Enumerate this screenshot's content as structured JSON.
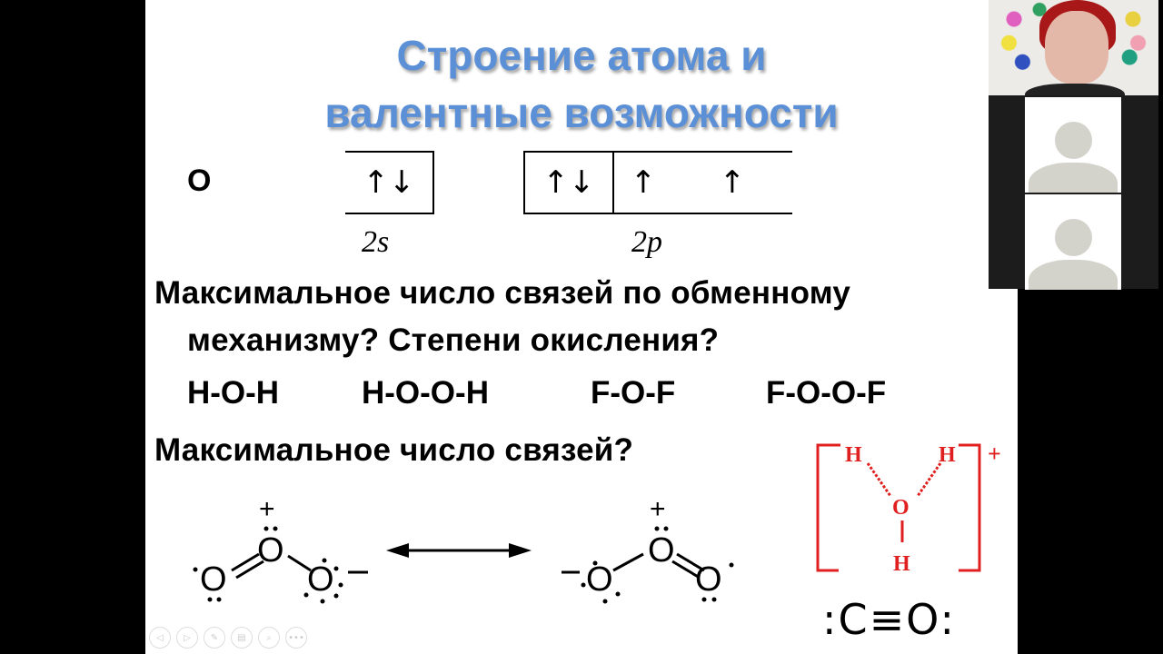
{
  "slide": {
    "title_line1": "Строение атома и",
    "title_line2": "валентные возможности",
    "element_symbol": "O",
    "orbitals": {
      "s": {
        "label": "2s",
        "cells": [
          "↑↓"
        ]
      },
      "p": {
        "label": "2p",
        "cells": [
          "↑↓",
          "↑",
          "↑"
        ]
      }
    },
    "question1_line1": "Максимальное число связей по обменному",
    "question1_line2": "механизму? Степени окисления?",
    "formulas": [
      "H-O-H",
      "H-O-O-H",
      "F-O-F",
      "F-O-O-F"
    ],
    "question2": "Максимальное число связей?",
    "ozone": {
      "left": {
        "charge_top": "+",
        "charge_side": "−"
      },
      "right": {
        "charge_top": "+",
        "charge_side": "−"
      },
      "arrow": "resonance-arrow"
    },
    "hydronium": {
      "atoms": [
        "H",
        "H",
        "O",
        "H"
      ],
      "charge": "+",
      "color": "#e02020"
    },
    "carbon_monoxide": {
      "formula": ":C≡O:"
    },
    "nav_buttons": [
      "prev",
      "next",
      "pen",
      "slides",
      "zoom",
      "more"
    ],
    "nav_more_label": "•••"
  },
  "video_panel": {
    "participants": [
      {
        "type": "camera",
        "name": "presenter"
      },
      {
        "type": "avatar",
        "name": "participant-2"
      },
      {
        "type": "avatar",
        "name": "participant-3"
      }
    ]
  },
  "colors": {
    "title": "#5b8fd6",
    "hydronium": "#e02020",
    "letterbox": "#000000"
  }
}
